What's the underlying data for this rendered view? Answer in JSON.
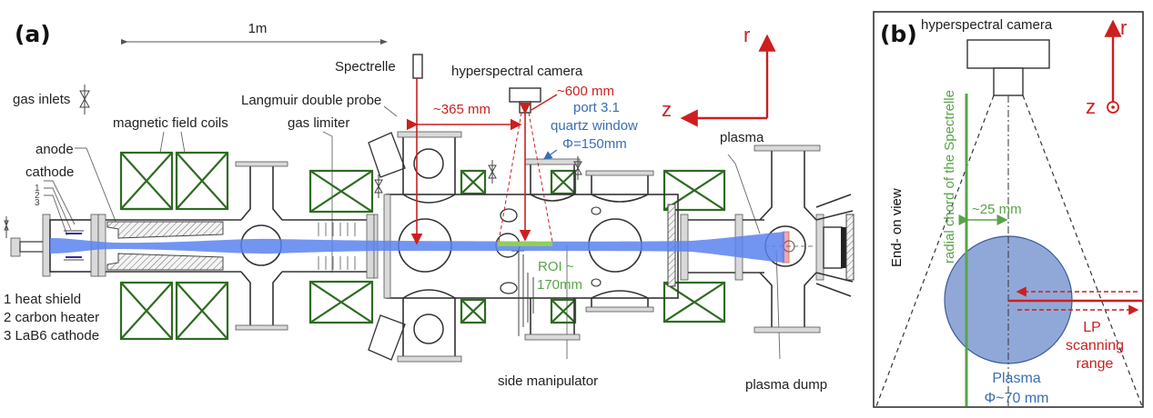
{
  "panel_a": {
    "label": "(a)",
    "scale_bar": "1m",
    "labels": {
      "spectrelle": "Spectrelle",
      "hyperspectral_camera": "hyperspectral camera",
      "gas_inlets": "gas inlets",
      "magnetic_field_coils": "magnetic field coils",
      "langmuir_probe": "Langmuir double probe",
      "gas_limiter": "gas limiter",
      "anode": "anode",
      "cathode": "cathode",
      "num1": "1",
      "num2": "2",
      "num3": "3",
      "plasma": "plasma",
      "side_manipulator": "side manipulator",
      "plasma_dump": "plasma dump"
    },
    "legend": [
      "1 heat shield",
      "2 carbon heater",
      "3 LaB6 cathode"
    ],
    "annotations": {
      "dist_365": "~365 mm",
      "dist_600": "~600 mm",
      "port": "port 3.1",
      "quartz_window": "quartz window",
      "window_diameter": "Φ=150mm",
      "roi_line1": "ROI ~",
      "roi_line2": "170mm"
    },
    "axes": {
      "r": "r",
      "z": "z"
    }
  },
  "panel_b": {
    "label": "(b)",
    "camera": "hyperspectral camera",
    "end_on_view": "End- on view",
    "radial_chord": "radial chord of the Spectrelle",
    "offset": "~25 mm",
    "plasma_line1": "Plasma",
    "plasma_line2": "Φ~70 mm",
    "lp_line1": "LP",
    "lp_line2": "scanning",
    "lp_line3": "range",
    "axes": {
      "r": "r",
      "z": "z"
    }
  },
  "colors": {
    "annotation_red": "#cc1f1f",
    "annotation_blue": "#3a6db5",
    "annotation_green": "#5aa34a",
    "coil_green": "#2e6b22",
    "plasma_beam": "#5b82f0",
    "plasma_disc": "#90a8d8"
  }
}
